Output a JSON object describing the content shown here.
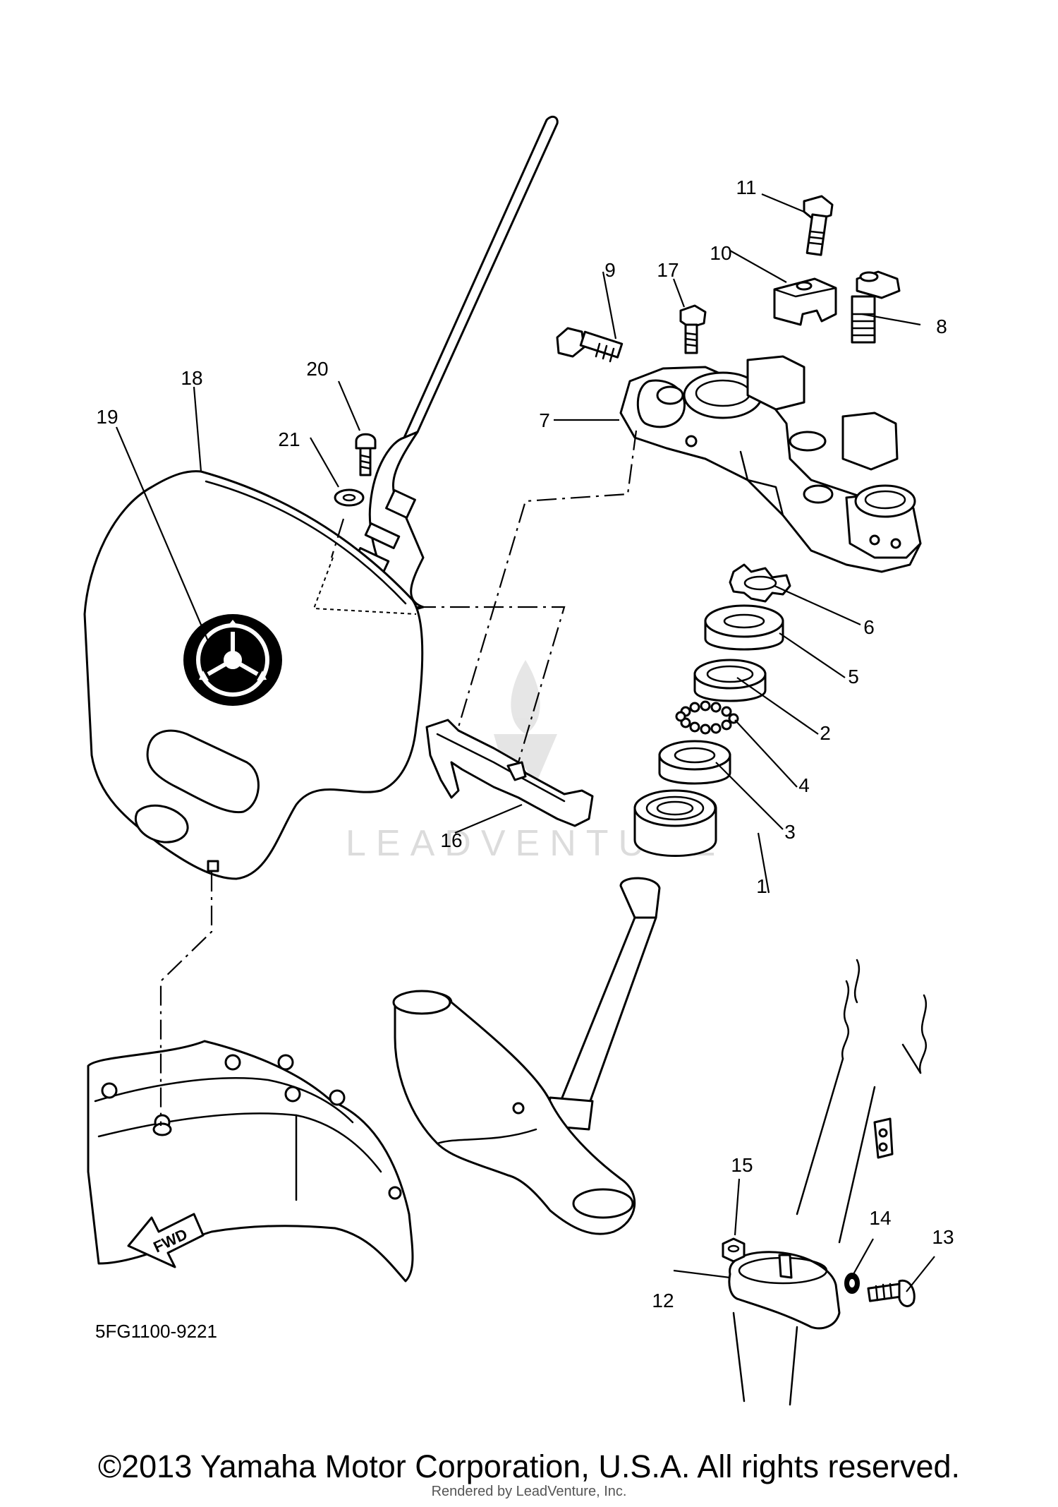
{
  "diagram": {
    "callouts": [
      "1",
      "2",
      "3",
      "4",
      "5",
      "6",
      "7",
      "8",
      "9",
      "10",
      "11",
      "12",
      "13",
      "14",
      "15",
      "16",
      "17",
      "18",
      "19",
      "20",
      "21"
    ],
    "part_code": "5FG1100-9221",
    "fwd_label": "FWD"
  },
  "watermark": {
    "text": "LEADVENTURE"
  },
  "footer": {
    "copyright": "©2013 Yamaha Motor Corporation, U.S.A. All rights reserved.",
    "rendered_by": "Rendered by LeadVenture, Inc."
  }
}
